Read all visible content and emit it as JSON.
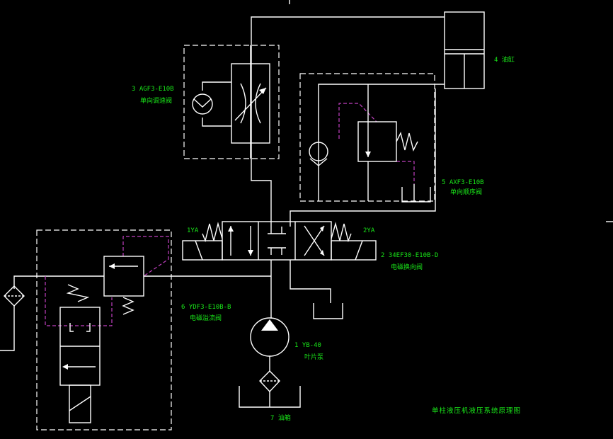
{
  "labels": {
    "throttle_code": "3  AGF3-E10B",
    "throttle_name": "单向调速阀",
    "cylinder": "4  油缸",
    "sequence_code": "5  AXF3-E10B",
    "sequence_name": "单向顺序阀",
    "solenoid_1": "1YA",
    "solenoid_2": "2YA",
    "directional_code": "2  34EF30-E10B-D",
    "directional_name": "电磁换向阀",
    "relief_code": "6  YDF3-E10B-B",
    "relief_name": "电磁溢流阀",
    "pump_code": "1  YB-40",
    "pump_name": "叶片泵",
    "tank": "7  油箱"
  },
  "title": "单柱液压机液压系统原理图",
  "colors": {
    "background": "#000000",
    "lines": "#ffffff",
    "pilot_lines": "#c040c0",
    "text": "#19e619"
  }
}
